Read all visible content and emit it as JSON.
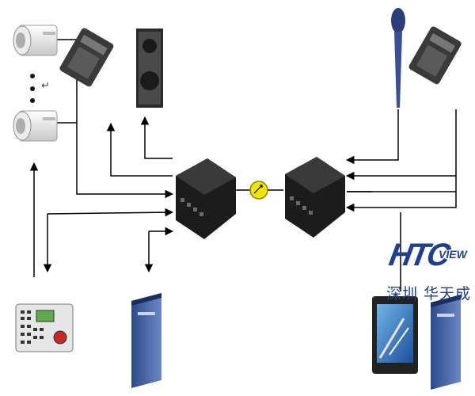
{
  "diagram": {
    "nodes": {
      "camera_top": {
        "icon": "cctv-camera-icon"
      },
      "camera_bottom": {
        "icon": "cctv-camera-icon"
      },
      "ellipsis": {
        "text": "↵"
      },
      "telephone_left": {
        "icon": "telephone-icon"
      },
      "speaker_left": {
        "icon": "speaker-icon"
      },
      "microphone_right": {
        "icon": "microphone-icon"
      },
      "telephone_right": {
        "icon": "telephone-icon"
      },
      "transceiver_left": {
        "icon": "fiber-transceiver-icon"
      },
      "transceiver_right": {
        "icon": "fiber-transceiver-icon"
      },
      "fiber_link": {
        "icon": "fiber-link-icon"
      },
      "control_keyboard": {
        "icon": "ptz-keyboard-icon"
      },
      "server_left": {
        "icon": "server-tower-icon"
      },
      "monitor_right": {
        "icon": "crt-monitor-icon"
      },
      "server_right": {
        "icon": "server-tower-icon"
      }
    },
    "colors": {
      "line": "#000000",
      "device_dark": "#1c1c1c",
      "link_yellow": "#f2e600",
      "logo_blue": "#1f3f8f"
    }
  },
  "logo": {
    "main": "HTC",
    "sub": "VIEW",
    "chinese": "深圳 华天成"
  }
}
